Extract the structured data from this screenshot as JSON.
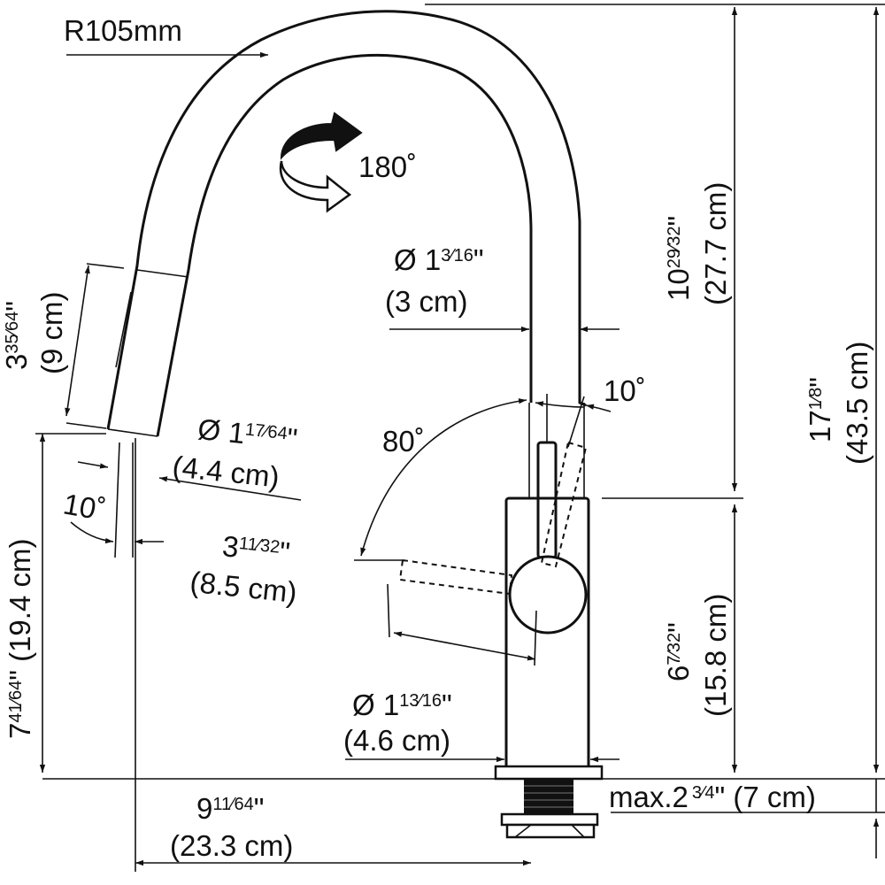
{
  "labels": {
    "radius": "R105mm",
    "rotation": "180˚",
    "spout_diameter_a": "Ø 1",
    "spout_diameter_a_frac": "3⁄16",
    "spout_diameter_a_unit": "\"",
    "spout_diameter_b": "(3 cm)",
    "spout_height_a": "10",
    "spout_height_a_frac": "29⁄32",
    "spout_height_a_unit": "\"",
    "spout_height_b": "(27.7 cm)",
    "total_height_a": "17",
    "total_height_a_frac": "1⁄8",
    "total_height_a_unit": "\"",
    "total_height_b": "(43.5 cm)",
    "head_length_a": "3",
    "head_length_a_frac": "35⁄64",
    "head_length_a_unit": "\"",
    "head_length_b": "(9 cm)",
    "head_diameter_a": "Ø 1",
    "head_diameter_a_frac": "17⁄64",
    "head_diameter_a_unit": "\"",
    "head_diameter_b": "(4.4 cm)",
    "head_angle": "10˚",
    "handle_angle_small": "10˚",
    "handle_angle_large": "80˚",
    "handle_length_a": "3",
    "handle_length_a_frac": "11⁄32",
    "handle_length_a_unit": "\"",
    "handle_length_b": "(8.5 cm)",
    "body_height_a": "6",
    "body_height_a_frac": "7⁄32",
    "body_height_a_unit": "\"",
    "body_height_b": "(15.8 cm)",
    "outlet_height_a": "7",
    "outlet_height_a_frac": "41⁄64",
    "outlet_height_a_unit": "\"",
    "outlet_height_b": "(19.4 cm)",
    "base_diameter_a": "Ø 1",
    "base_diameter_a_frac": "13⁄16",
    "base_diameter_a_unit": "\"",
    "base_diameter_b": "(4.6 cm)",
    "reach_a": "9",
    "reach_a_frac": "11⁄64",
    "reach_a_unit": "\"",
    "reach_b": "(23.3 cm)",
    "deck_thickness_a": "max.2",
    "deck_thickness_a_frac": "3⁄4",
    "deck_thickness_a_unit": "\"",
    "deck_thickness_b": "(7 cm)"
  }
}
